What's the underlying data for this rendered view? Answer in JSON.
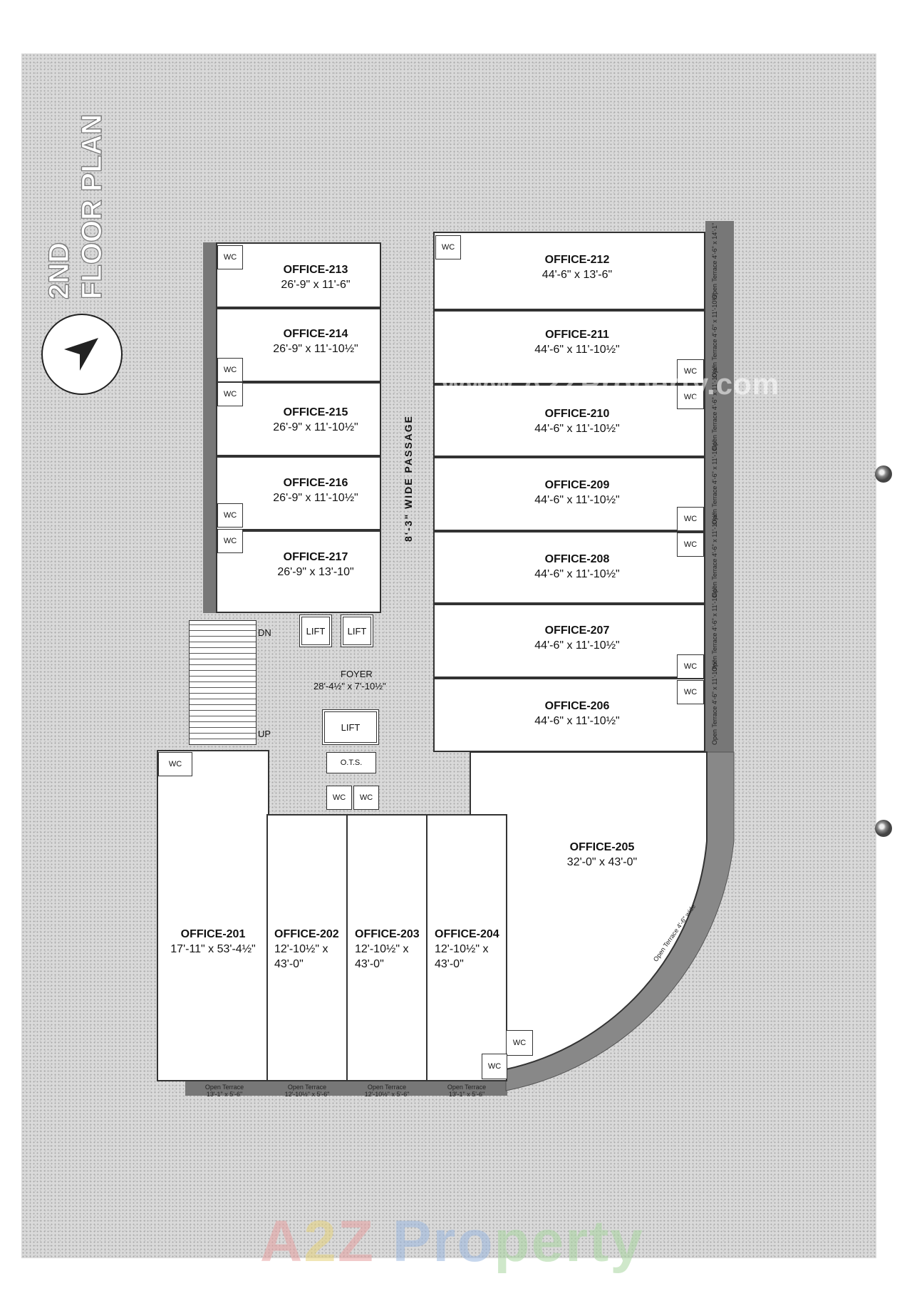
{
  "title": {
    "line1": "2ND",
    "line2": "FLOOR PLAN"
  },
  "passage_label": "8'-3\" WIDE PASSAGE",
  "offices": [
    {
      "name": "OFFICE-213",
      "size": "26'-9\" x 11'-6\""
    },
    {
      "name": "OFFICE-214",
      "size": "26'-9\" x 11'-10½\""
    },
    {
      "name": "OFFICE-215",
      "size": "26'-9\" x 11'-10½\""
    },
    {
      "name": "OFFICE-216",
      "size": "26'-9\" x 11'-10½\""
    },
    {
      "name": "OFFICE-217",
      "size": "26'-9\" x 13'-10\""
    },
    {
      "name": "OFFICE-212",
      "size": "44'-6\" x 13'-6\""
    },
    {
      "name": "OFFICE-211",
      "size": "44'-6\" x 11'-10½\""
    },
    {
      "name": "OFFICE-210",
      "size": "44'-6\" x 11'-10½\""
    },
    {
      "name": "OFFICE-209",
      "size": "44'-6\" x 11'-10½\""
    },
    {
      "name": "OFFICE-208",
      "size": "44'-6\" x 11'-10½\""
    },
    {
      "name": "OFFICE-207",
      "size": "44'-6\" x 11'-10½\""
    },
    {
      "name": "OFFICE-206",
      "size": "44'-6\" x 11'-10½\""
    },
    {
      "name": "OFFICE-205",
      "size": "32'-0\" x 43'-0\""
    },
    {
      "name": "OFFICE-201",
      "size": "17'-11\" x 53'-4½\""
    },
    {
      "name": "OFFICE-202",
      "size1": "12'-10½\" x",
      "size2": "43'-0\""
    },
    {
      "name": "OFFICE-203",
      "size1": "12'-10½\" x",
      "size2": "43'-0\""
    },
    {
      "name": "OFFICE-204",
      "size1": "12'-10½\" x",
      "size2": "43'-0\""
    }
  ],
  "wc_label": "WC",
  "lift_label": "LIFT",
  "ots_label": "O.T.S.",
  "stairs": {
    "down": "DN",
    "up": "UP"
  },
  "foyer": {
    "name": "FOYER",
    "size": "28'-4½\" x 7'-10½\""
  },
  "terraces_bottom": [
    {
      "title": "Open Terrace",
      "size": "13'-1\" x 5'-6\""
    },
    {
      "title": "Open Terrace",
      "size": "12'-10½\" x 5'-6\""
    },
    {
      "title": "Open Terrace",
      "size": "12'-10½\" x 5'-6\""
    },
    {
      "title": "Open Terrace",
      "size": "13'-1\" x 5'-6\""
    }
  ],
  "terraces_side": [
    {
      "label": "Open Terrace 4'-6\" x 14'-1\""
    },
    {
      "label": "Open Terrace 4'-6\" x 11'-10½\""
    },
    {
      "label": "Open Terrace 4'-6\" x 11'-10½\""
    },
    {
      "label": "Open Terrace 4'-6\" x 11'-10½\""
    },
    {
      "label": "Open Terrace 4'-6\" x 11'-10½\""
    },
    {
      "label": "Open Terrace 4'-6\" x 11'-10½\""
    },
    {
      "label": "Open Terrace 4'-6\" x 11'-10½\""
    }
  ],
  "curved_terrace": "Open Terrace 4'-6\" wide",
  "watermark_small": "www.A2ZProperty.com",
  "watermark_big": {
    "a": "A",
    "two": "2",
    "z": "Z",
    "p": "Pro",
    "r": "perty"
  },
  "icons": {
    "compass": "north-arrow-icon",
    "hole": "binder-hole-icon"
  }
}
